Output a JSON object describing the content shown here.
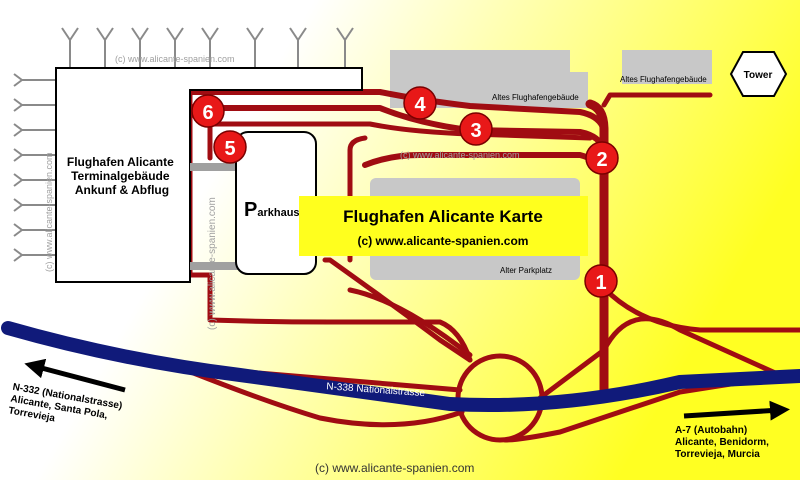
{
  "title_banner": {
    "title": "Flughafen Alicante Karte",
    "subtitle": "(c) www.alicante-spanien.com"
  },
  "terminal": {
    "line1": "Flughafen Alicante",
    "line2": "Terminalgebäude",
    "line3": "Ankunf & Abflug"
  },
  "parkhaus": {
    "first_letter": "P",
    "rest": "arkhaus"
  },
  "tower_label": "Tower",
  "old_building_1": "Altes Flughafengebäude",
  "old_building_2": "Altes Flughafengebäude",
  "old_parking": "Alter Parkplatz",
  "road_n338": "N-338 Nationalstrasse",
  "west_direction": {
    "line1": "N-332 (Nationalstrasse)",
    "line2": "Alicante, Santa Pola,",
    "line3": "Torrevieja"
  },
  "east_direction": {
    "line1": "A-7 (Autobahn)",
    "line2": "Alicante, Benidorm,",
    "line3": "Torrevieja, Murcia"
  },
  "watermarks": {
    "top": "(c) www.alicante-spanien.com",
    "middle": "(c) www.alicante-spanien.com",
    "vertical_left": "(c) www.alicante-spanien.com",
    "vertical_center": "(c) www.alicante-spanien.com",
    "bottom": "(c) www.alicante-spanien.com"
  },
  "markers": [
    "1",
    "2",
    "3",
    "4",
    "5",
    "6"
  ],
  "colors": {
    "road_red": "#a00c12",
    "marker_red": "#e81818",
    "highway_blue": "#101a7a",
    "banner_yellow": "#ffff1e",
    "building_gray": "#c8c8c8"
  }
}
